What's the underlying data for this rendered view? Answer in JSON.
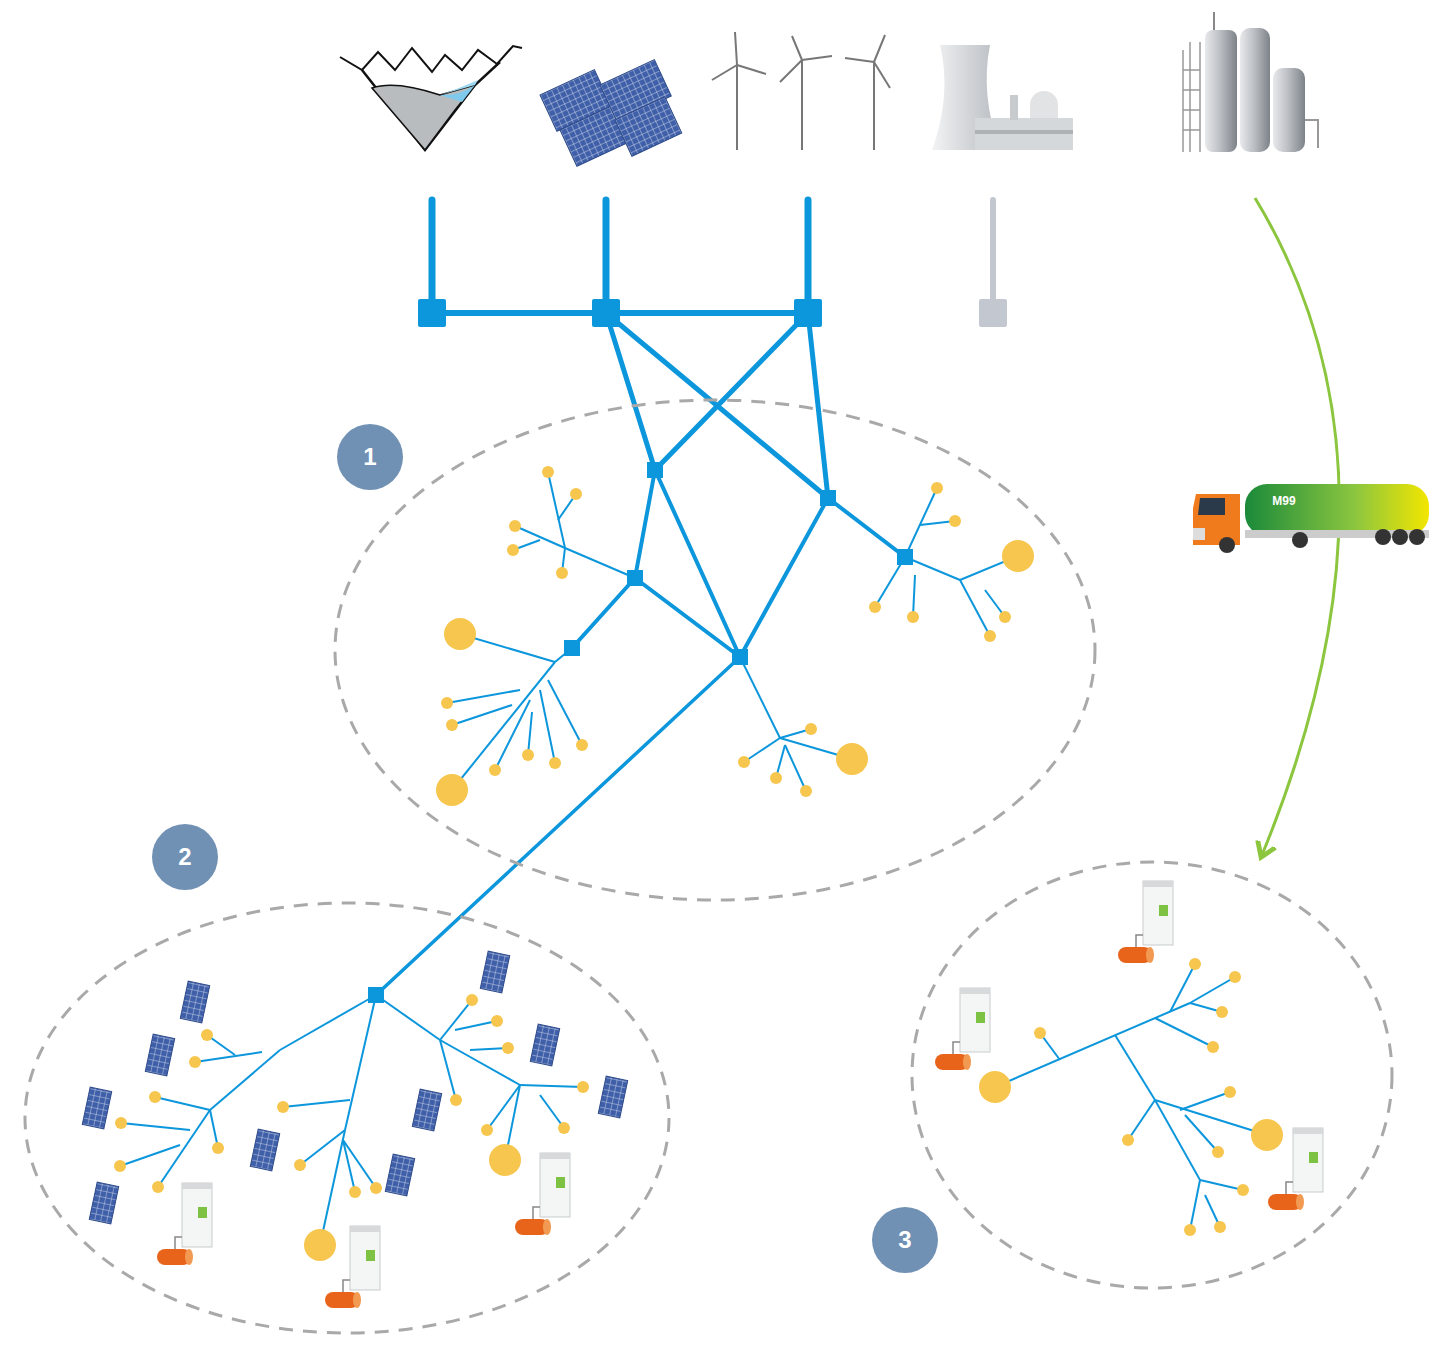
{
  "diagram": {
    "labels": [
      "1",
      "2",
      "3",
      "M99"
    ]
  }
}
